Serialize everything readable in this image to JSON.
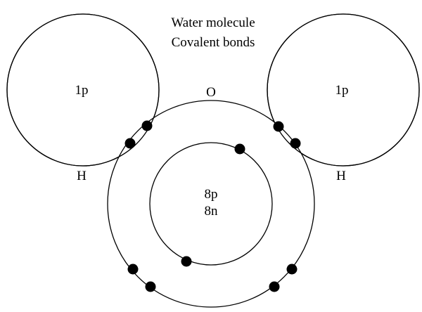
{
  "title": {
    "line1": "Water molecule",
    "line2": "Covalent bonds"
  },
  "oxygen": {
    "label": "O",
    "nucleus_protons": "8p",
    "nucleus_neutrons": "8n",
    "inner_shell_electrons": 2,
    "outer_shell_electrons": 8
  },
  "hydrogen_left": {
    "label": "H",
    "nucleus": "1p"
  },
  "hydrogen_right": {
    "label": "H",
    "nucleus": "1p"
  },
  "shared_electron_pairs": 2,
  "colors": {
    "line": "#000000",
    "electron": "#000000",
    "background": "#ffffff"
  }
}
